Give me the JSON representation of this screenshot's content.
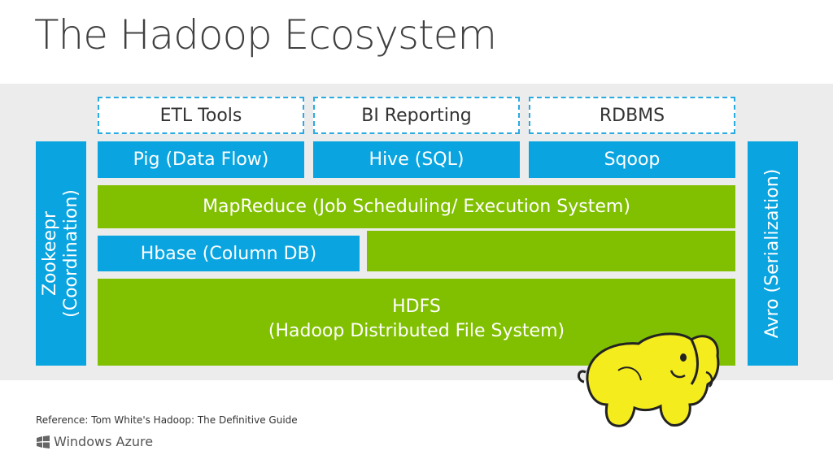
{
  "title": "The Hadoop Ecosystem",
  "top_row": [
    "ETL Tools",
    "BI Reporting",
    "RDBMS"
  ],
  "tools_row": [
    "Pig (Data Flow)",
    "Hive (SQL)",
    "Sqoop"
  ],
  "mapreduce": "MapReduce (Job Scheduling/ Execution System)",
  "hbase": "Hbase (Column DB)",
  "hdfs": {
    "line1": "HDFS",
    "line2": "(Hadoop Distributed File System)"
  },
  "left_side": {
    "line1": "Zookeepr",
    "line2": "(Coordination)"
  },
  "right_side": "Avro (Serialization)",
  "reference": "Reference: Tom White's Hadoop: The Definitive Guide",
  "logo_text": "Windows Azure",
  "colors": {
    "blue": "#0aa5e0",
    "green": "#80c000",
    "band": "#ececec",
    "dash": "#29abe2"
  }
}
